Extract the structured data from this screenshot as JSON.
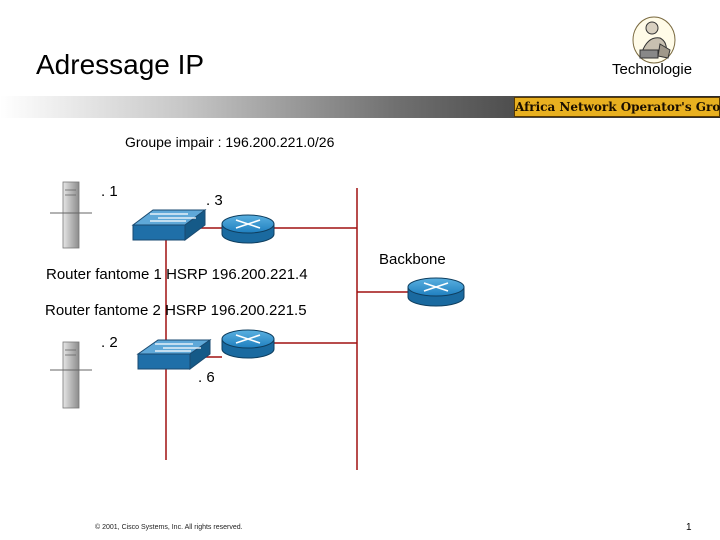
{
  "header": {
    "title": "Adressage IP",
    "section": "Technologie",
    "logo_text": "Africa Network Operator's Group"
  },
  "diagram": {
    "subnet_label": "Groupe impair  :  196.200.221.0/26",
    "host_top_label": ". 1",
    "router_top_label": ". 3",
    "host_bottom_label": ". 2",
    "router_bottom_label": ". 6",
    "virtual_router_1": "Router fantome  1  HSRP  196.200.221.4",
    "virtual_router_2": "Router fantome  2  HSRP  196.200.221.5",
    "backbone_label": "Backbone"
  },
  "footer": {
    "copyright": "© 2001, Cisco Systems, Inc. All rights reserved.",
    "page": "1"
  },
  "colors": {
    "router_blue": "#1f7fbf",
    "switch_blue": "#3a8fc8",
    "server_gray": "#b0b0b0"
  }
}
